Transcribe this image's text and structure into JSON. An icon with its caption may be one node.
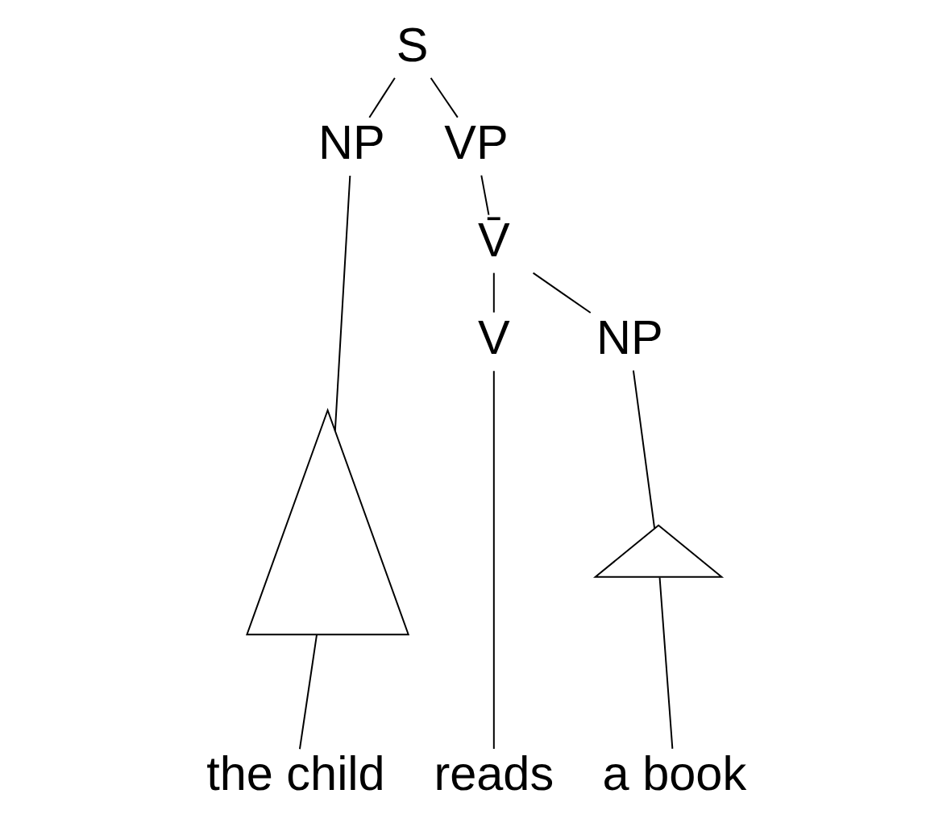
{
  "diagram": {
    "nodes": [
      {
        "text": [
          "S"
        ]
      },
      {
        "text": [
          "NP"
        ]
      },
      {
        "text": [
          "VP"
        ]
      },
      {
        "text": [
          "V̄"
        ]
      },
      {
        "text": [],
        "shape": "triangle"
      },
      {
        "text": [
          "V"
        ]
      },
      {
        "text": [
          "NP"
        ]
      },
      {
        "text": [],
        "shape": "triangle"
      },
      {
        "text": [
          "the child"
        ]
      },
      {
        "text": [
          "reads"
        ]
      },
      {
        "text": [
          "a book"
        ]
      }
    ],
    "edges": [
      {
        "from": 0,
        "to": 1,
        "arrow": "none"
      },
      {
        "from": 0,
        "to": 2,
        "arrow": "none"
      },
      {
        "from": 1,
        "to": 4,
        "arrow": "none"
      },
      {
        "from": 2,
        "to": 3,
        "arrow": "none"
      },
      {
        "from": 3,
        "to": 5,
        "arrow": "none"
      },
      {
        "from": 3,
        "to": 6,
        "arrow": "none"
      },
      {
        "from": 4,
        "to": 8,
        "arrow": "none"
      },
      {
        "from": 5,
        "to": 9,
        "arrow": "none"
      },
      {
        "from": 6,
        "to": 7,
        "arrow": "none"
      },
      {
        "from": 7,
        "to": 10,
        "arrow": "none"
      }
    ]
  }
}
